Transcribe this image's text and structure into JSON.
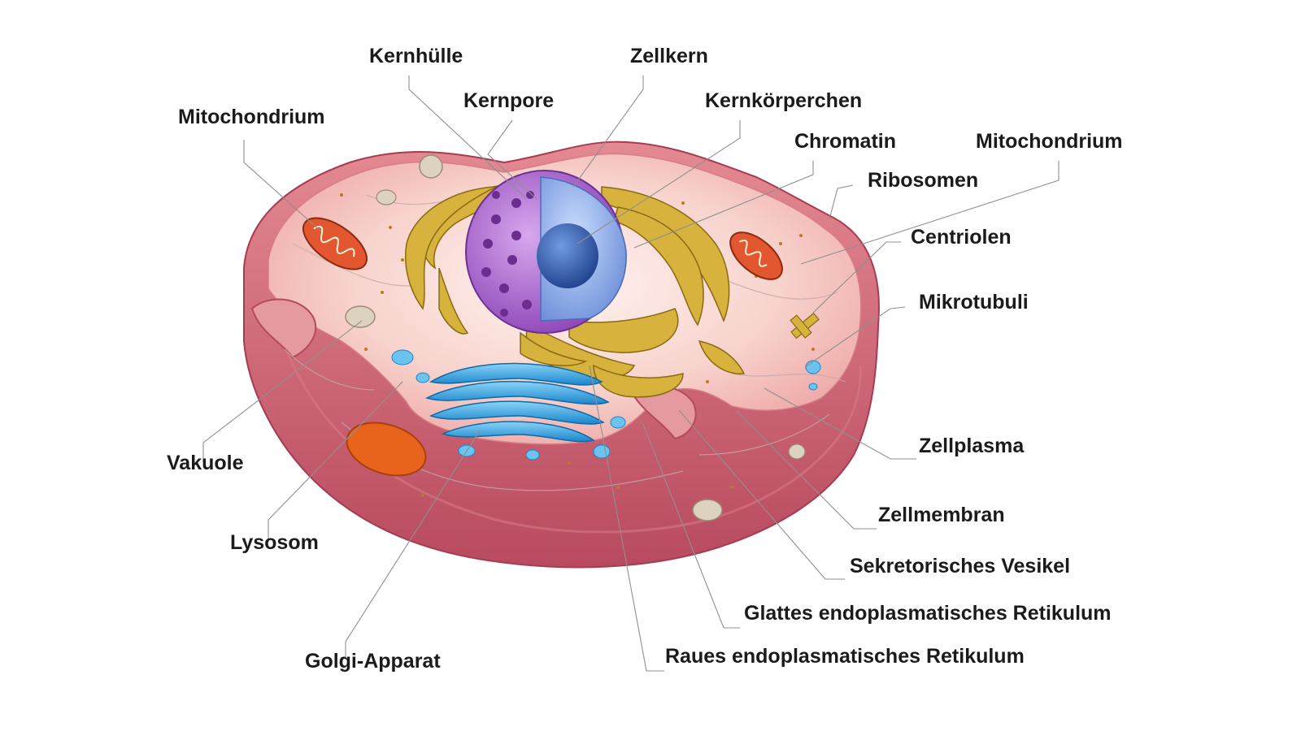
{
  "labels": {
    "kernhuelle": "Kernhülle",
    "zellkern": "Zellkern",
    "kernpore": "Kernpore",
    "kernkoerperchen": "Kernkörperchen",
    "mitochondrium_left": "Mitochondrium",
    "chromatin": "Chromatin",
    "mitochondrium_right": "Mitochondrium",
    "ribosomen": "Ribosomen",
    "centriolen": "Centriolen",
    "mikrotubuli": "Mikrotubuli",
    "vakuole": "Vakuole",
    "lysosom": "Lysosom",
    "golgi": "Golgi-Apparat",
    "zellplasma": "Zellplasma",
    "zellmembran": "Zellmembran",
    "sekretorisches_vesikel": "Sekretorisches Vesikel",
    "glattes_er": "Glattes endoplasmatisches Retikulum",
    "raues_er": "Raues endoplasmatisches Retikulum"
  },
  "colors": {
    "membrane": "#c9576a",
    "cytoplasm": "#f6c9c4",
    "rough_er": "#c9a12f",
    "golgi": "#3aa7e0",
    "nucleus_envelope": "#a35cc7",
    "nucleolus": "#2f5fae",
    "mitochondrion": "#d94a2a",
    "lysosome": "#e8641c",
    "vacuole": "#d9cfc0",
    "leader_line": "#8f8f8f"
  }
}
